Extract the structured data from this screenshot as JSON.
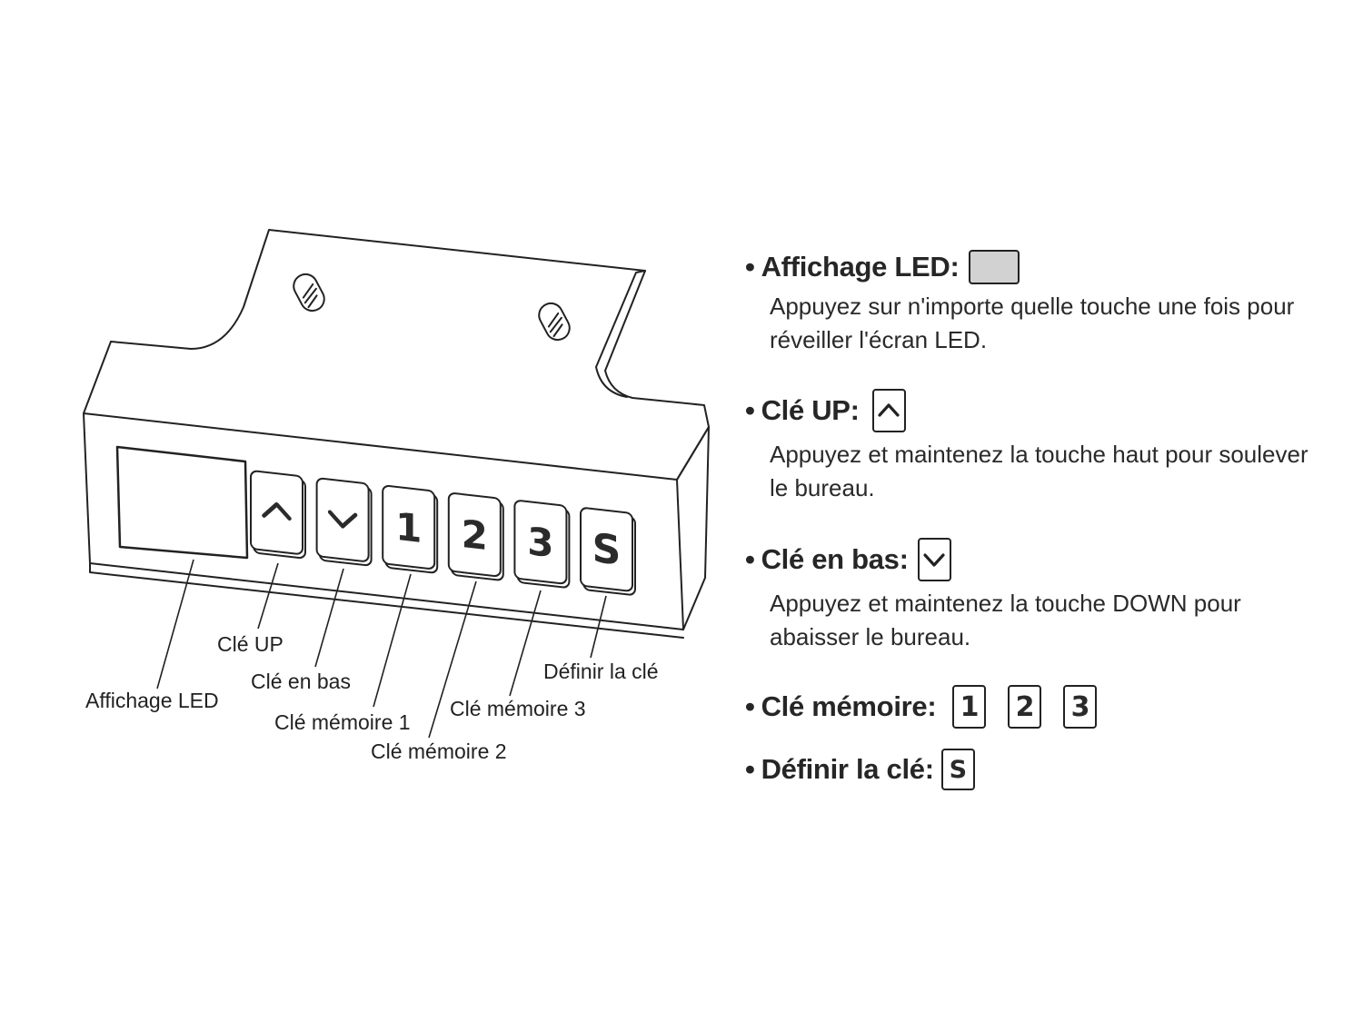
{
  "device": {
    "keys": [
      {
        "glyph": "chevron-up",
        "text": ""
      },
      {
        "glyph": "chevron-down",
        "text": ""
      },
      {
        "glyph": "digit",
        "text": "1"
      },
      {
        "glyph": "digit",
        "text": "2"
      },
      {
        "glyph": "digit",
        "text": "3"
      },
      {
        "glyph": "letter",
        "text": "S"
      }
    ]
  },
  "callouts": {
    "led": "Affichage LED",
    "up": "Clé UP",
    "down": "Clé en bas",
    "mem1": "Clé mémoire 1",
    "mem2": "Clé mémoire 2",
    "mem3": "Clé mémoire 3",
    "set": "Définir la clé"
  },
  "legend": {
    "bullet": "•",
    "led": {
      "title": "Affichage LED:",
      "description": "Appuyez sur n'importe quelle touche une fois pour réveiller l'écran LED."
    },
    "up": {
      "title": "Clé UP:",
      "description": "Appuyez et maintenez la touche haut pour soulever le bureau."
    },
    "down": {
      "title": "Clé en bas:",
      "description": "Appuyez et maintenez la touche DOWN pour abaisser le bureau."
    },
    "memory": {
      "title": "Clé mémoire:",
      "keys": [
        "1",
        "2",
        "3"
      ]
    },
    "set": {
      "title": "Définir la clé:",
      "key": "S"
    }
  },
  "colors": {
    "line": "#222222",
    "led_fill": "#d2d2d2",
    "text": "#262626"
  }
}
